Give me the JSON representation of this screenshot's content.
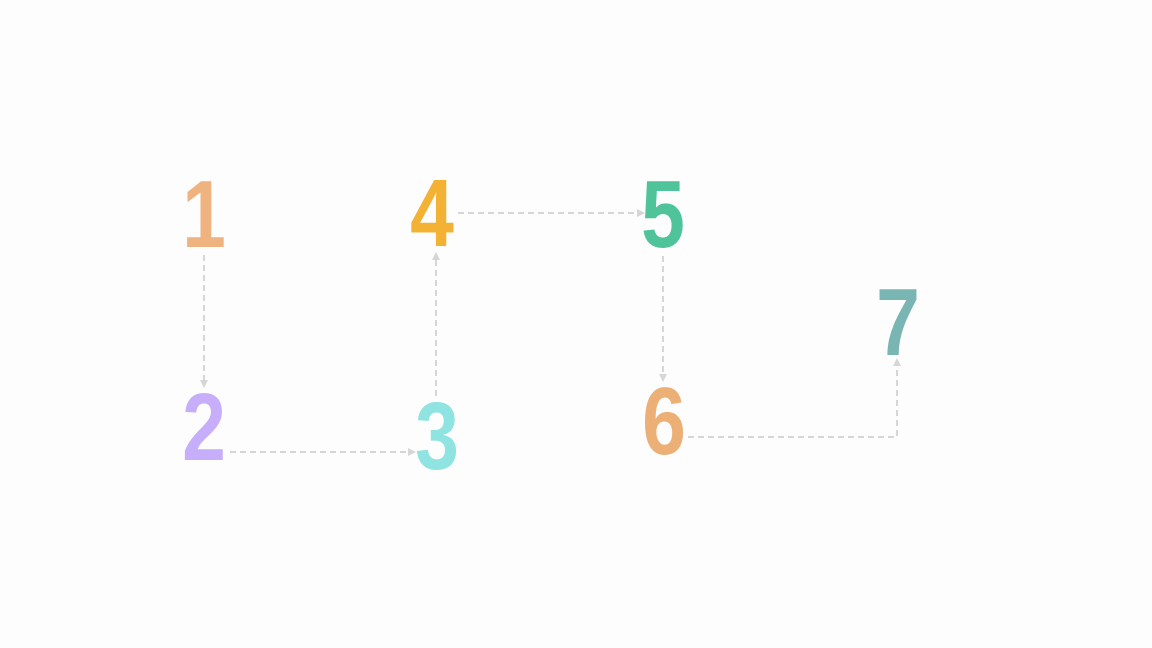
{
  "steps": [
    {
      "label": "1",
      "color": "#efb37f"
    },
    {
      "label": "2",
      "color": "#c6aefb"
    },
    {
      "label": "3",
      "color": "#8fe3e1"
    },
    {
      "label": "4",
      "color": "#f4b235"
    },
    {
      "label": "5",
      "color": "#4fc39a"
    },
    {
      "label": "6",
      "color": "#ecaf76"
    },
    {
      "label": "7",
      "color": "#79b6b3"
    }
  ],
  "connector_color": "#d6d6d6"
}
